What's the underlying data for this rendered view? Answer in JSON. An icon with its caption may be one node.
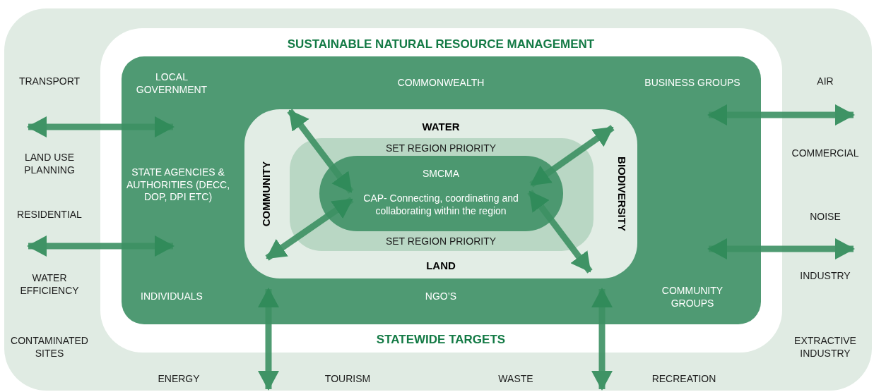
{
  "diagram": {
    "nodes": [
      {
        "text": [
          "TRANSPORT",
          "AIR",
          "LAND USE PLANNING",
          "COMMERCIAL",
          "RESIDENTIAL",
          "NOISE",
          "WATER EFFICIENCY",
          "INDUSTRY",
          "CONTAMINATED SITES",
          "EXTRACTIVE INDUSTRY",
          "ENERGY",
          "TOURISM",
          "WASTE",
          "RECREATION"
        ]
      },
      {
        "text": [
          "SUSTAINABLE NATURAL RESOURCE MANAGEMENT",
          "STATEWIDE TARGETS"
        ],
        "in": 0
      },
      {
        "text": [
          "LOCAL GOVERNMENT",
          "COMMONWEALTH",
          "BUSINESS GROUPS",
          "STATE AGENCIES & AUTHORITIES (DECC, DOP, DPI ETC)",
          "INDIVIDUALS",
          "NGO’S",
          "COMMUNITY GROUPS"
        ],
        "in": 1
      },
      {
        "text": [
          "WATER",
          "COMMUNITY",
          "BIODIVERSITY",
          "LAND"
        ],
        "in": 2
      },
      {
        "text": [
          "SET REGION PRIORITY",
          "SET REGION PRIORITY"
        ],
        "in": 3
      },
      {
        "text": [
          "SMCMA",
          "CAP- Connecting, coordinating and collaborating within the region"
        ],
        "in": 4
      }
    ],
    "edges": [
      {
        "from": null,
        "to": 2,
        "arrow": "both"
      },
      {
        "from": null,
        "to": 2,
        "arrow": "both"
      },
      {
        "from": 2,
        "to": null,
        "arrow": "both"
      },
      {
        "from": 2,
        "to": null,
        "arrow": "both"
      },
      {
        "from": 2,
        "to": null,
        "arrow": "both"
      },
      {
        "from": 2,
        "to": null,
        "arrow": "both"
      },
      {
        "from": 5,
        "to": 3,
        "arrow": "both"
      },
      {
        "from": 5,
        "to": 3,
        "arrow": "both"
      },
      {
        "from": 5,
        "to": 3,
        "arrow": "both"
      },
      {
        "from": 5,
        "to": 3,
        "arrow": "both"
      }
    ]
  }
}
